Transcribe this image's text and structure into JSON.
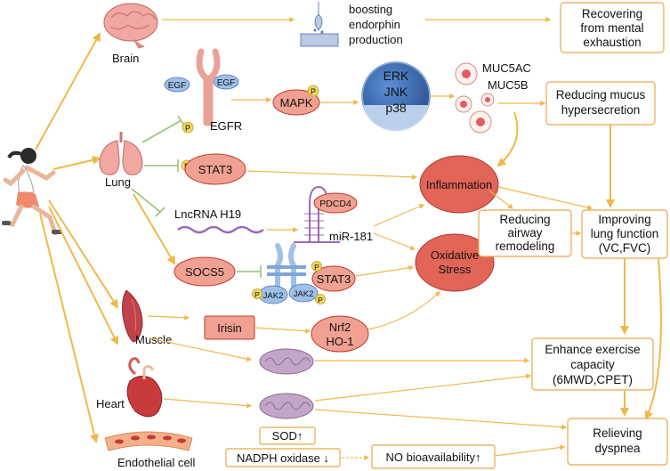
{
  "left_labels": {
    "brain": "Brain",
    "lung": "Lung",
    "muscle": "Muscle",
    "heart": "Heart",
    "endothelial": "Endothelial cell"
  },
  "brain_branch": {
    "endorphin_line1": "boosting",
    "endorphin_line2": "endorphin",
    "endorphin_line3": "production",
    "recovering_line1": "Recovering",
    "recovering_line2": "from mental",
    "recovering_line3": "exhaustion"
  },
  "lung_branch": {
    "egf_left": "EGF",
    "egf_right": "EGF",
    "egfr": "EGFR",
    "p": "P",
    "mapk": "MAPK",
    "erk": "ERK",
    "jnk": "JNK",
    "p38": "p38",
    "muc5ac": "MUC5AC",
    "muc5b": "MUC5B",
    "mucus_line1": "Reducing mucus",
    "mucus_line2": "hypersecretion",
    "stat3": "STAT3",
    "inflammation": "Inflammation",
    "lncrna": "LncRNA H19",
    "pdcd4": "PDCD4",
    "mir181": "miR-181",
    "socs5": "SOCS5",
    "jak2_left": "JAK2",
    "jak2_right": "JAK2",
    "stat3_b": "STAT3",
    "oxidative_line1": "Oxidative",
    "oxidative_line2": "Stress",
    "airway_line1": "Reducing",
    "airway_line2": "airway",
    "airway_line3": "remodeling",
    "lungfn_line1": "Improving",
    "lungfn_line2": "lung function",
    "lungfn_line3": "(VC,FVC)"
  },
  "muscle_branch": {
    "irisin": "Irisin",
    "nrf2": "Nrf2",
    "ho1": "HO-1",
    "exercise_line1": "Enhance exercise",
    "exercise_line2": "capacity",
    "exercise_line3": "(6MWD,CPET)"
  },
  "endo_branch": {
    "sod": "SOD↑",
    "nadph": "NADPH oxidase ↓",
    "no": "NO  bioavailability↑",
    "dyspnea_line1": "Relieving",
    "dyspnea_line2": "dyspnea"
  },
  "colors": {
    "arrow": "#f0b84a",
    "inhibit": "#9bbf7a",
    "box_border": "#e8a84a",
    "oval_fill": "#f0a192",
    "big_oval_fill": "#e26558",
    "sphere": "#3f6fb5"
  }
}
